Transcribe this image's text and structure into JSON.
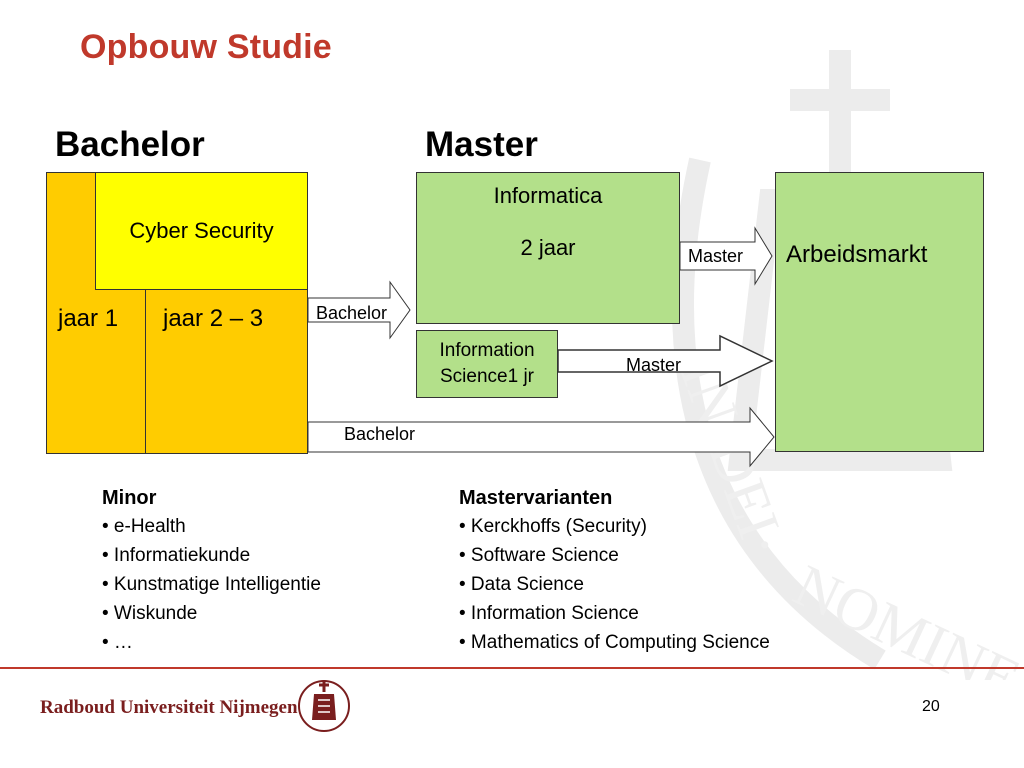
{
  "slide": {
    "title": "Opbouw Studie",
    "bachelor_heading": "Bachelor",
    "master_heading": "Master"
  },
  "diagram": {
    "cyber_security": "Cyber Security",
    "jaar1": "jaar 1",
    "jaar23": "jaar 2 – 3",
    "informatica": "Informatica",
    "informatica_duration": "2 jaar",
    "information_science_line1": "Information",
    "information_science_line2": "Science1 jr",
    "arbeidsmarkt": "Arbeidsmarkt",
    "arrow_bachelor_1": "Bachelor",
    "arrow_master_1": "Master",
    "arrow_master_2": "Master",
    "arrow_bachelor_2": "Bachelor"
  },
  "minor": {
    "heading": "Minor",
    "items": [
      "• e-Health",
      "• Informatiekunde",
      "• Kunstmatige Intelligentie",
      "• Wiskunde",
      "• …"
    ]
  },
  "mastervarianten": {
    "heading": "Mastervarianten",
    "items": [
      "• Kerckhoffs (Security)",
      "• Software Science",
      "• Data Science",
      "• Information Science",
      "• Mathematics of Computing Science"
    ]
  },
  "footer": {
    "university": "Radboud Universiteit Nijmegen",
    "page_number": "20"
  },
  "colors": {
    "title": "#c0392b",
    "yellow_orange": "#ffcc00",
    "bright_yellow": "#ffff00",
    "green": "#b3e08a"
  }
}
